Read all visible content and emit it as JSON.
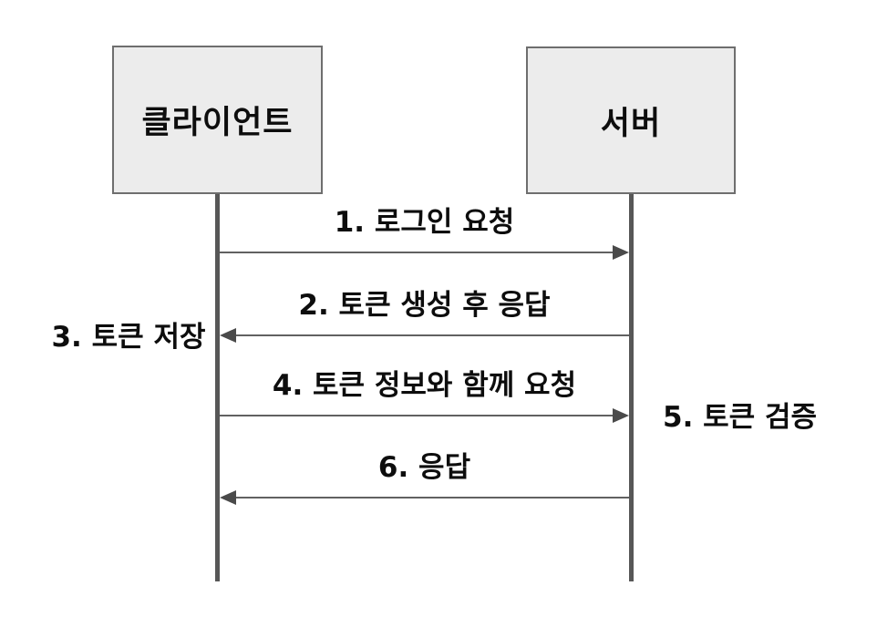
{
  "actors": [
    {
      "id": "client",
      "name": "클라이언트"
    },
    {
      "id": "server",
      "name": "서버"
    }
  ],
  "messages": [
    {
      "step": 1,
      "label": "1. 로그인 요청",
      "from": "client",
      "to": "server",
      "direction": "right"
    },
    {
      "step": 2,
      "label": "2. 토큰 생성 후 응답",
      "from": "server",
      "to": "client",
      "direction": "left"
    },
    {
      "step": 4,
      "label": "4. 토큰 정보와 함께 요청",
      "from": "client",
      "to": "server",
      "direction": "right"
    },
    {
      "step": 6,
      "label": "6. 응답",
      "from": "server",
      "to": "client",
      "direction": "left"
    }
  ],
  "self_actions": [
    {
      "step": 3,
      "label": "3. 토큰 저장",
      "actor": "client",
      "side": "left"
    },
    {
      "step": 5,
      "label": "5. 토큰 검증",
      "actor": "server",
      "side": "right"
    }
  ],
  "colors": {
    "background": "#ffffff",
    "box_fill": "#ececec",
    "box_border": "#6e6e6e",
    "lifeline": "#575757",
    "line": "#616161",
    "arrowhead": "#4a4a4a",
    "text": "#0d0d0d"
  }
}
